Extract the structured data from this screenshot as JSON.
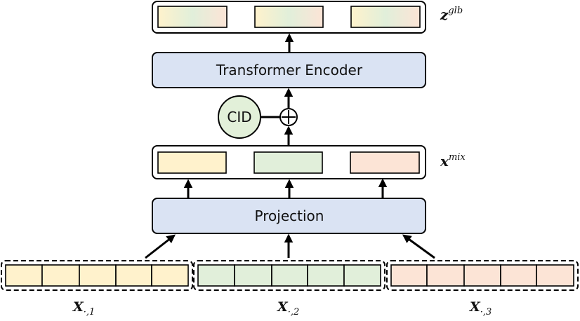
{
  "encoder_label": "Transformer Encoder",
  "projection_label": "Projection",
  "cid_label": "CID",
  "plus_symbol": "+",
  "z_glb": {
    "base": "z",
    "sup": "glb"
  },
  "x_mix": {
    "base": "x",
    "sup": "mix"
  },
  "inputs": [
    {
      "base": "X",
      "sub": "·,1",
      "color": "#fff2cc",
      "cells": 5
    },
    {
      "base": "X",
      "sub": "·,2",
      "color": "#e1efda",
      "cells": 5
    },
    {
      "base": "X",
      "sub": "·,3",
      "color": "#fce4d6",
      "cells": 5
    }
  ],
  "colors": {
    "encoder_fill": "#dae3f3",
    "projection_fill": "#dae3f3",
    "cid_fill": "#e2f0d9",
    "token_yellow": "#fff2cc",
    "token_green": "#e1efda",
    "token_peach": "#fce4d6"
  }
}
